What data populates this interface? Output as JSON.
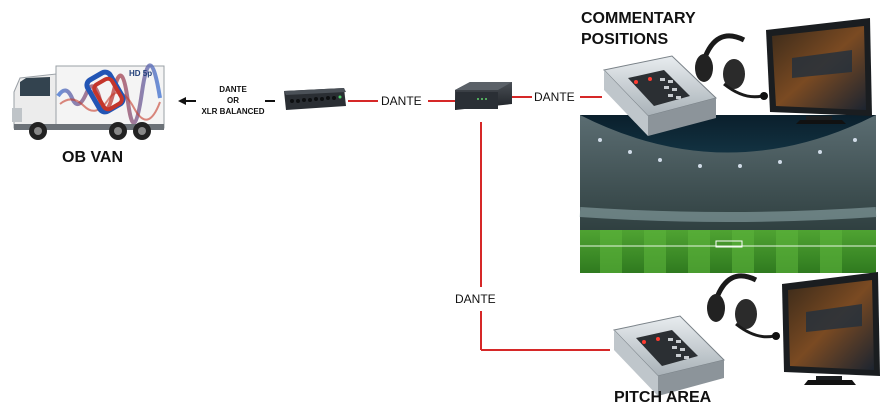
{
  "colors": {
    "link_line": "#d62828",
    "arrow": "#111111",
    "truck_body": "#f4f4f4",
    "grass": "#3f8f2a",
    "sky": "#0e2a3a"
  },
  "labels": {
    "ob_van": "OB VAN",
    "truck_badge": "HD 5p",
    "uplink_line1": "DANTE",
    "uplink_line2": "OR",
    "uplink_line3": "XLR BALANCED",
    "link_interface_to_switch": "DANTE",
    "link_switch_to_commentary": "DANTE",
    "link_switch_to_pitch": "DANTE",
    "commentary_line1": "COMMENTARY",
    "commentary_line2": "POSITIONS",
    "pitch_area": "PITCH AREA"
  },
  "icons": {
    "truck": "ob-van-truck",
    "interface": "rack-audio-interface",
    "switch": "network-switch",
    "console": "commentary-unit",
    "headset": "headset",
    "monitor": "video-monitor",
    "stadium": "stadium-photo"
  }
}
